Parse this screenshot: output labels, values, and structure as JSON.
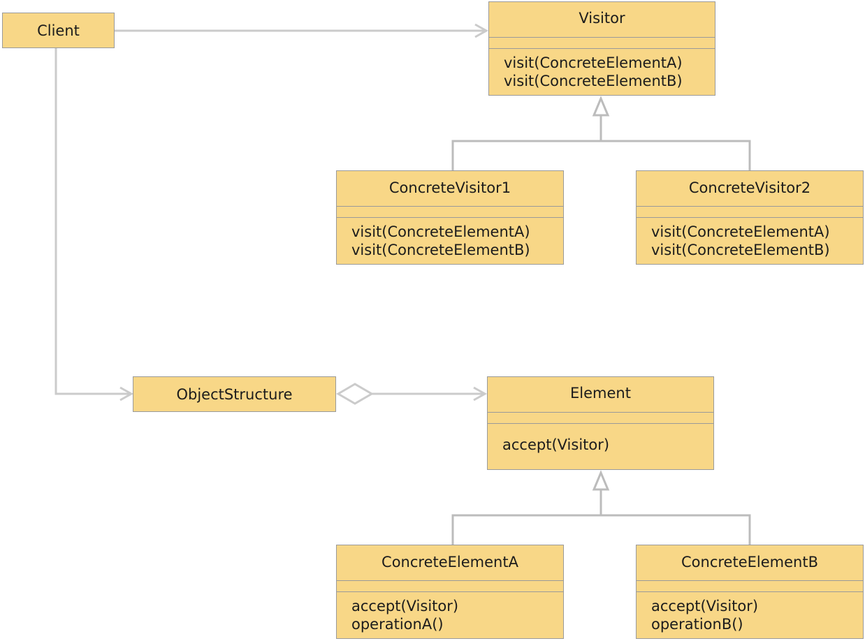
{
  "diagram": {
    "classes": {
      "client": {
        "name": "Client"
      },
      "visitor": {
        "name": "Visitor",
        "operations": [
          "visit(ConcreteElementA)",
          "visit(ConcreteElementB)"
        ]
      },
      "concrete_visitor_1": {
        "name": "ConcreteVisitor1",
        "operations": [
          "visit(ConcreteElementA)",
          "visit(ConcreteElementB)"
        ]
      },
      "concrete_visitor_2": {
        "name": "ConcreteVisitor2",
        "operations": [
          "visit(ConcreteElementA)",
          "visit(ConcreteElementB)"
        ]
      },
      "object_structure": {
        "name": "ObjectStructure"
      },
      "element": {
        "name": "Element",
        "operations": [
          "accept(Visitor)"
        ]
      },
      "concrete_element_a": {
        "name": "ConcreteElementA",
        "operations": [
          "accept(Visitor)",
          "operationA()"
        ]
      },
      "concrete_element_b": {
        "name": "ConcreteElementB",
        "operations": [
          "accept(Visitor)",
          "operationB()"
        ]
      }
    },
    "relations": [
      {
        "from": "Client",
        "to": "Visitor",
        "kind": "association"
      },
      {
        "from": "Client",
        "to": "ObjectStructure",
        "kind": "association"
      },
      {
        "from": "ObjectStructure",
        "to": "Element",
        "kind": "aggregation"
      },
      {
        "from": "ConcreteVisitor1",
        "to": "Visitor",
        "kind": "generalization"
      },
      {
        "from": "ConcreteVisitor2",
        "to": "Visitor",
        "kind": "generalization"
      },
      {
        "from": "ConcreteElementA",
        "to": "Element",
        "kind": "generalization"
      },
      {
        "from": "ConcreteElementB",
        "to": "Element",
        "kind": "generalization"
      }
    ],
    "colors": {
      "class_fill": "#f8d787",
      "class_border": "#9a9a9a",
      "connector": "#c8c8c8",
      "text": "#1c1c1c"
    }
  }
}
